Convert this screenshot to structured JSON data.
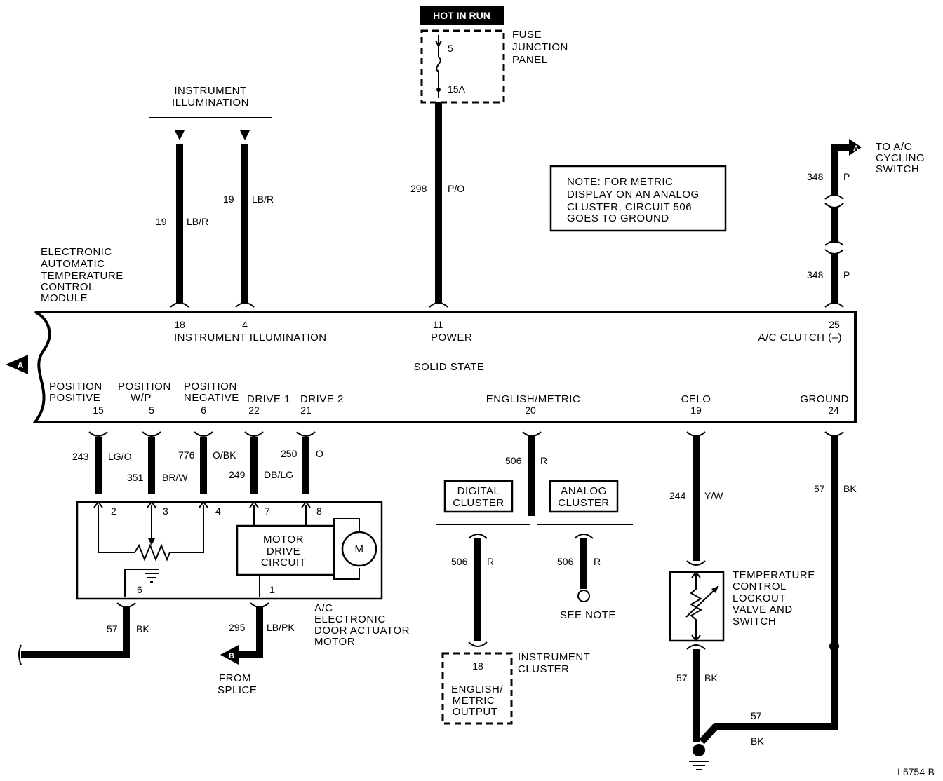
{
  "supply": {
    "hot_in_run": "HOT IN RUN",
    "fuse_panel": [
      "FUSE",
      "JUNCTION",
      "PANEL"
    ],
    "fuse_number": "5",
    "fuse_rating": "15A"
  },
  "illumination": {
    "header": [
      "INSTRUMENT",
      "ILLUMINATION"
    ]
  },
  "wires": {
    "w19a": {
      "circuit": "19",
      "color": "LB/R"
    },
    "w19b": {
      "circuit": "19",
      "color": "LB/R"
    },
    "w298": {
      "circuit": "298",
      "color": "P/O"
    },
    "w348a": {
      "circuit": "348",
      "color": "P"
    },
    "w348b": {
      "circuit": "348",
      "color": "P"
    },
    "w243": {
      "circuit": "243",
      "color": "LG/O"
    },
    "w351": {
      "circuit": "351",
      "color": "BR/W"
    },
    "w776": {
      "circuit": "776",
      "color": "O/BK"
    },
    "w249": {
      "circuit": "249",
      "color": "DB/LG"
    },
    "w250": {
      "circuit": "250",
      "color": "O"
    },
    "w506a": {
      "circuit": "506",
      "color": "R"
    },
    "w506b": {
      "circuit": "506",
      "color": "R"
    },
    "w506c": {
      "circuit": "506",
      "color": "R"
    },
    "w244": {
      "circuit": "244",
      "color": "Y/W"
    },
    "w57a": {
      "circuit": "57",
      "color": "BK"
    },
    "w57b": {
      "circuit": "57",
      "color": "BK"
    },
    "w57c": {
      "circuit": "57",
      "color": "BK"
    },
    "w57d": {
      "circuit": "57",
      "color": "BK"
    },
    "w295": {
      "circuit": "295",
      "color": "LB/PK"
    }
  },
  "note": [
    "NOTE: FOR METRIC",
    "DISPLAY ON AN ANALOG",
    "CLUSTER, CIRCUIT 506",
    "GOES TO GROUND"
  ],
  "ac_cycling": [
    "TO A/C",
    "CYCLING",
    "SWITCH"
  ],
  "connector_a": "A",
  "connector_b": "B",
  "module": {
    "name": [
      "ELECTRONIC",
      "AUTOMATIC",
      "TEMPERATURE",
      "CONTROL",
      "MODULE"
    ],
    "solid_state": "SOLID STATE",
    "top_pins": [
      {
        "num": "18",
        "label": "INSTRUMENT ILLUMINATION"
      },
      {
        "num": "4",
        "label": ""
      },
      {
        "num": "11",
        "label": "POWER"
      },
      {
        "num": "25",
        "label": "A/C CLUTCH (–)"
      }
    ],
    "bottom_pins": [
      {
        "num": "15",
        "label": [
          "POSITION",
          "POSITIVE"
        ]
      },
      {
        "num": "5",
        "label": [
          "POSITION",
          "W/P"
        ]
      },
      {
        "num": "6",
        "label": [
          "POSITION",
          "NEGATIVE"
        ]
      },
      {
        "num": "22",
        "label": [
          "DRIVE 1"
        ]
      },
      {
        "num": "21",
        "label": [
          "DRIVE 2"
        ]
      },
      {
        "num": "20",
        "label": [
          "ENGLISH/METRIC"
        ]
      },
      {
        "num": "19",
        "label": [
          "CELO"
        ]
      },
      {
        "num": "24",
        "label": [
          "GROUND"
        ]
      }
    ]
  },
  "actuator": {
    "pins": [
      "2",
      "3",
      "4",
      "7",
      "8",
      "6",
      "1"
    ],
    "motor_drive": [
      "MOTOR",
      "DRIVE",
      "CIRCUIT"
    ],
    "motor": "M",
    "name": [
      "A/C",
      "ELECTRONIC",
      "DOOR ACTUATOR",
      "MOTOR"
    ],
    "from_splice": [
      "FROM",
      "SPLICE"
    ]
  },
  "clusters": {
    "digital": [
      "DIGITAL",
      "CLUSTER"
    ],
    "analog": [
      "ANALOG",
      "CLUSTER"
    ],
    "see_note": "SEE NOTE"
  },
  "instrument_cluster": {
    "name": [
      "INSTRUMENT",
      "CLUSTER"
    ],
    "pin": "18",
    "output": [
      "ENGLISH/",
      "METRIC",
      "OUTPUT"
    ]
  },
  "lockout": {
    "name": [
      "TEMPERATURE",
      "CONTROL",
      "LOCKOUT",
      "VALVE AND",
      "SWITCH"
    ]
  },
  "figure_id": "L5754-B"
}
